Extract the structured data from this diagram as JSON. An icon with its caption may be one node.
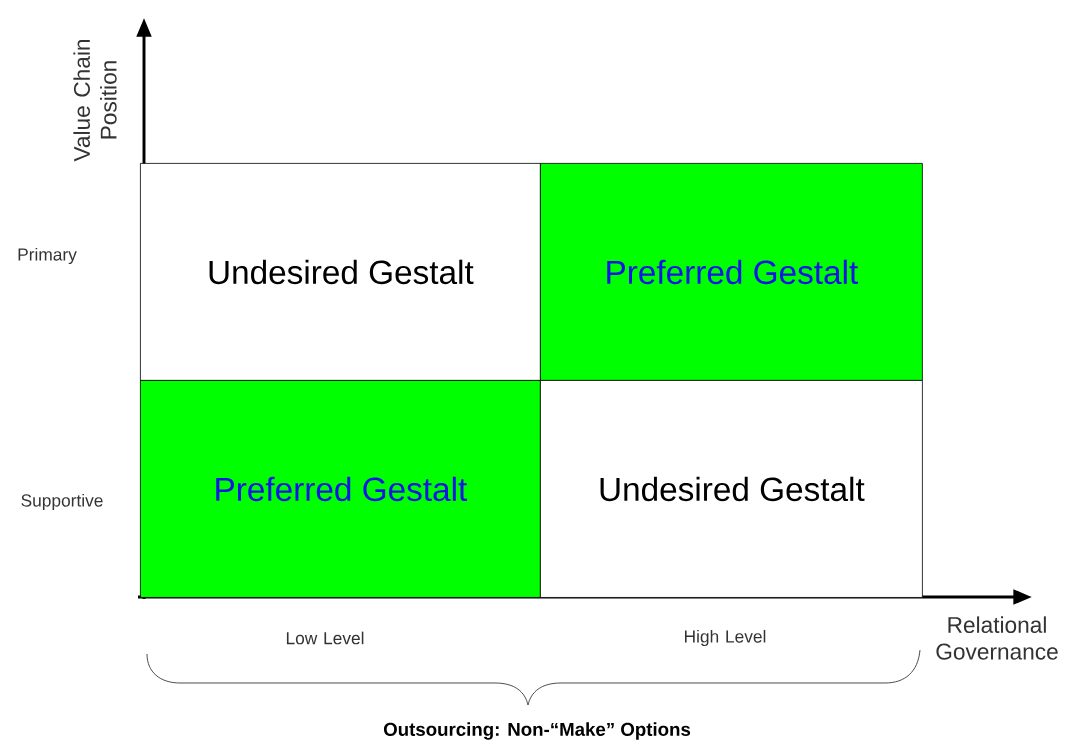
{
  "diagram": {
    "caption": "Outsourcing: Non-“Make” Options",
    "nodes": [
      {
        "text": [
          "Undesired Gestalt"
        ]
      },
      {
        "text": [
          "Preferred Gestalt"
        ]
      },
      {
        "text": [
          "Preferred Gestalt"
        ]
      },
      {
        "text": [
          "Undesired Gestalt"
        ]
      }
    ],
    "labels": [
      "Value Chain Position",
      "Primary",
      "Supportive",
      "Low Level",
      "High Level",
      "Relational Governance"
    ]
  }
}
